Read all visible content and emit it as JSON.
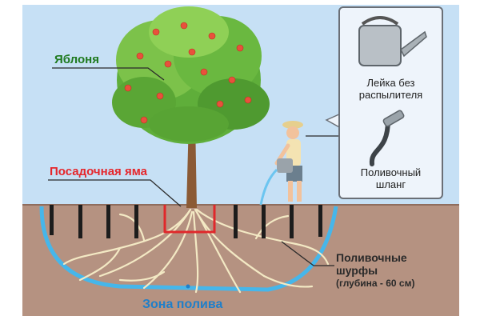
{
  "labels": {
    "tree": "Яблоня",
    "planting_pit": "Посадочная яма",
    "watering_pits_line1": "Поливочные",
    "watering_pits_line2": "шурфы",
    "depth": "(глубина - 60 см)",
    "watering_zone": "Зона полива"
  },
  "tools_box": {
    "can_label_line1": "Лейка без",
    "can_label_line2": "распылителя",
    "hose_label_line1": "Поливочный",
    "hose_label_line2": "шланг",
    "can_icon": "watering-can-icon",
    "hose_icon": "hose-icon"
  },
  "colors": {
    "sky": "#c6e0f5",
    "soil": "#b59281",
    "zone": "#46b6ea",
    "pit": "#e0282b",
    "tree_label": "#1f7a1f",
    "pit_label": "#e5262b",
    "zone_label": "#1f7fc9"
  }
}
